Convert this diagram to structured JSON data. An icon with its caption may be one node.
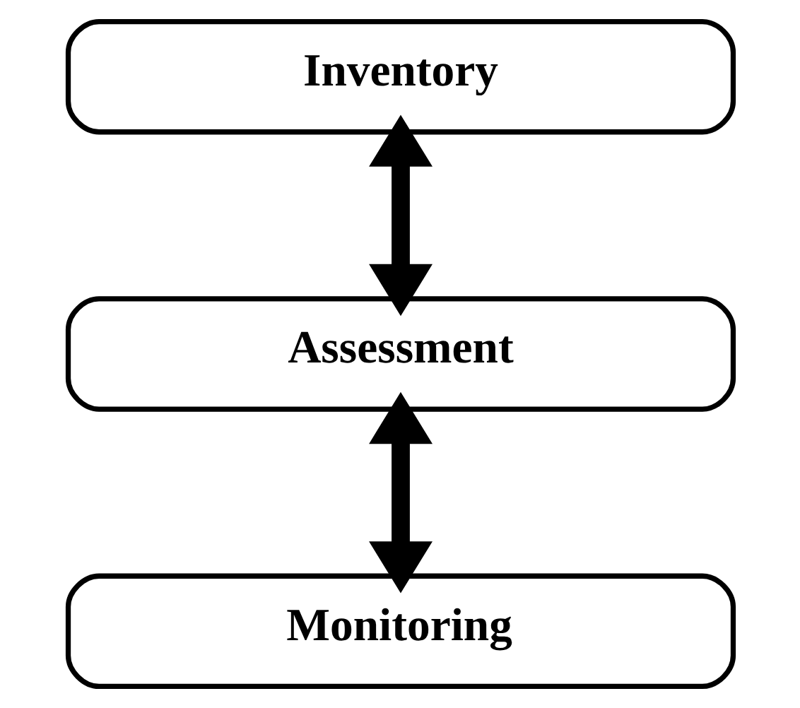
{
  "diagram": {
    "nodes": [
      {
        "text": [
          "Inventory"
        ]
      },
      {
        "text": [
          "Assessment"
        ]
      },
      {
        "text": [
          "Monitoring"
        ]
      }
    ],
    "edges": [
      {
        "from": 0,
        "to": 1,
        "arrow": "to"
      },
      {
        "from": 1,
        "to": 0,
        "arrow": "to"
      },
      {
        "from": 1,
        "to": 2,
        "arrow": "to"
      },
      {
        "from": 2,
        "to": 1,
        "arrow": "to"
      }
    ]
  }
}
